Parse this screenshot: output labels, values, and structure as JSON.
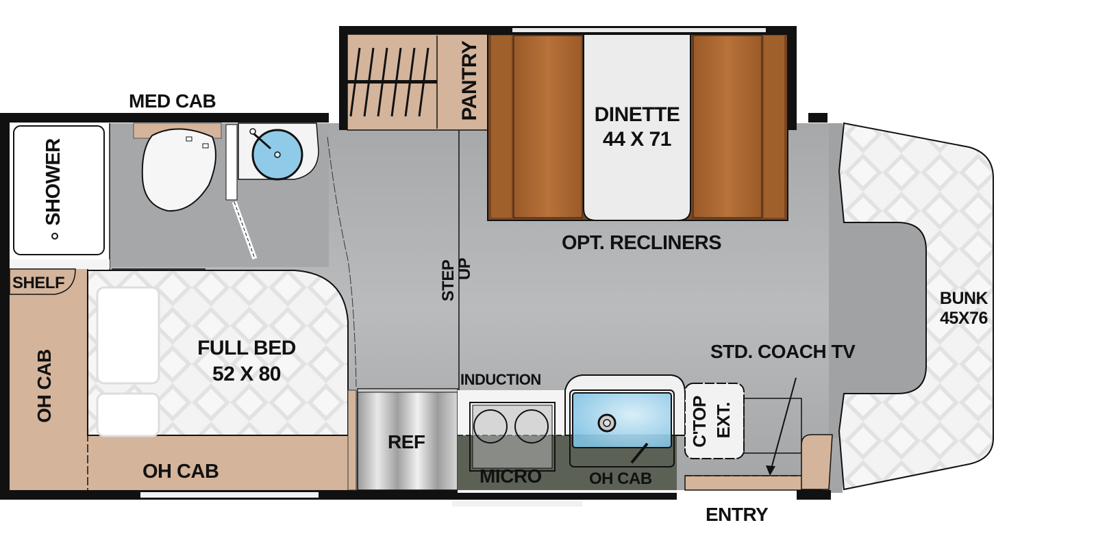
{
  "floorplan": {
    "colors": {
      "wall": "#111111",
      "floor": "#a9abad",
      "floor_light": "#bfc1c3",
      "cabinet": "#d4b49b",
      "dinette_cushion": "#b06a32",
      "dinette_dark": "#7a4620",
      "mattress": "#f1f1f1",
      "sink_blue": "#8fcbe8",
      "oh_cab_dark": "#5b6155",
      "steel": "#c8c8c8"
    },
    "labels": {
      "med_cab": "MED CAB",
      "shower": "SHOWER",
      "pantry": "PANTRY",
      "dinette_title": "DINETTE",
      "dinette_size": "44 X 71",
      "opt_recliners": "OPT. RECLINERS",
      "step": "STEP",
      "up": "UP",
      "shelf": "SHELF",
      "oh_cab_side": "OH CAB",
      "full_bed_title": "FULL BED",
      "full_bed_size": "52 X 80",
      "oh_cab_bottom": "OH CAB",
      "induction": "INDUCTION",
      "ref": "REF",
      "micro": "MICRO",
      "oh_cab_kitchen": "OH CAB",
      "ctop": "C'TOP",
      "ext": "EXT.",
      "std_coach_tv": "STD. COACH TV",
      "bunk_title": "BUNK",
      "bunk_size": "45X76",
      "entry": "ENTRY"
    }
  }
}
